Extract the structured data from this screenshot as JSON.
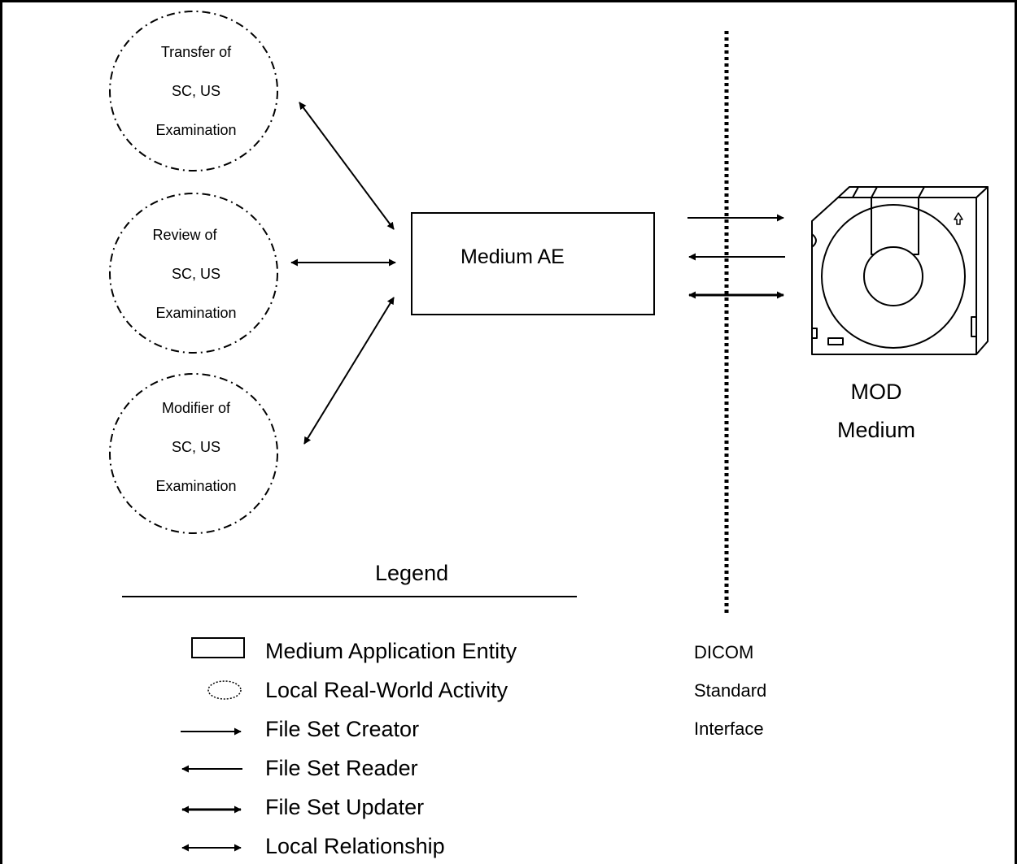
{
  "activities": [
    {
      "lines": [
        "Transfer of",
        "SC, US",
        "Examination"
      ]
    },
    {
      "lines": [
        "Review of",
        "SC, US",
        "Examination"
      ]
    },
    {
      "lines": [
        "Modifier of",
        "SC, US",
        "Examination"
      ]
    }
  ],
  "ae": {
    "label": "Medium AE"
  },
  "medium": {
    "line1": "MOD",
    "line2": "Medium"
  },
  "interface": {
    "line1": "DICOM",
    "line2": "Standard",
    "line3": "Interface"
  },
  "legend": {
    "title": "Legend",
    "items": [
      {
        "symbol": "rectangle",
        "label": "Medium Application Entity"
      },
      {
        "symbol": "dotted-ellipse",
        "label": "Local Real-World Activity"
      },
      {
        "symbol": "arrow-right",
        "label": "File Set Creator"
      },
      {
        "symbol": "arrow-left",
        "label": "File Set Reader"
      },
      {
        "symbol": "double-arrow-bold",
        "label": "File Set Updater"
      },
      {
        "symbol": "double-arrow-thin",
        "label": "Local Relationship"
      }
    ]
  }
}
